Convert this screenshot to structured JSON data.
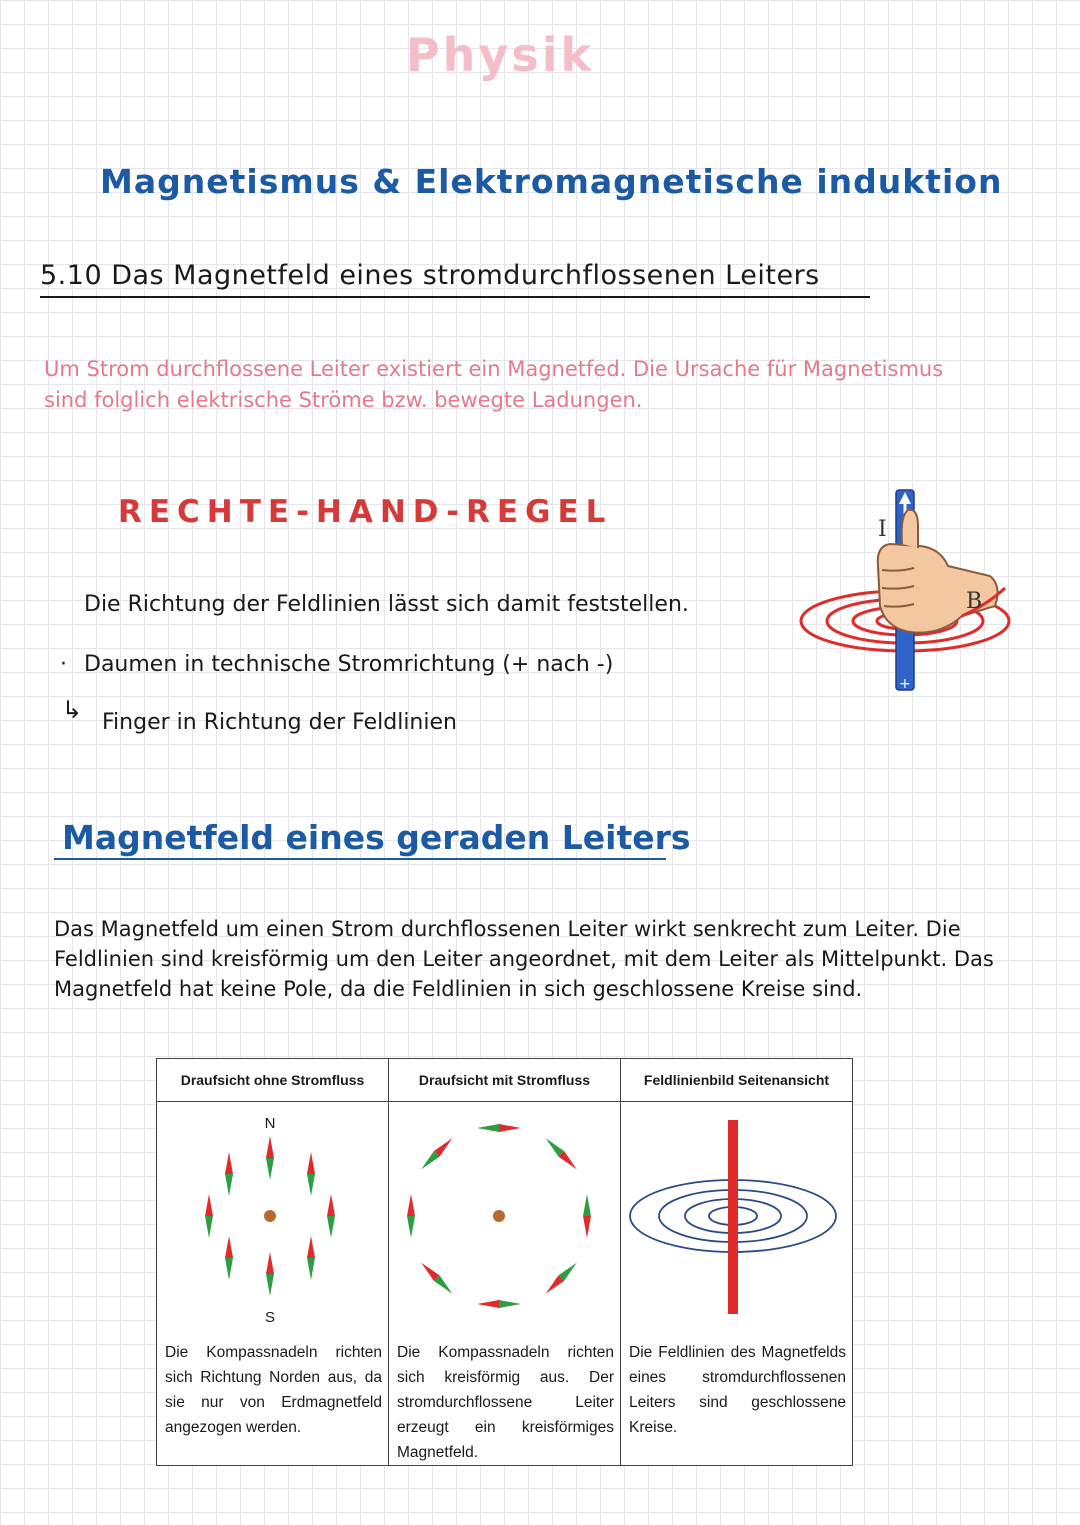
{
  "header": {
    "title": "Physik"
  },
  "main_title": "Magnetismus & Elektromagnetische induktion",
  "section": {
    "title": "5.10 Das Magnetfeld eines stromdurchflossenen Leiters"
  },
  "intro": {
    "line1": "Um Strom durchflossene Leiter existiert ein Magnetfed. Die Ursache für Magnetismus",
    "line2": "sind folglich elektrische Ströme bzw. bewegte Ladungen."
  },
  "rule": {
    "title": "RECHTE-HAND-REGEL",
    "note1": "Die Richtung der Feldlinien lässt sich damit feststellen.",
    "bullet": "·",
    "note2": "Daumen in technische Stromrichtung (+ nach -)",
    "arrow": "↳",
    "note3": "Finger in Richtung der Feldlinien",
    "illustration": {
      "label_current": "I",
      "label_field": "B",
      "label_plus": "+"
    }
  },
  "subsection": {
    "title": "Magnetfeld eines geraden Leiters",
    "paragraph": "Das Magnetfeld um einen Strom durchflossenen Leiter wirkt senkrecht zum Leiter. Die Feldlinien sind kreisförmig um den Leiter angeordnet, mit dem Leiter als Mittelpunkt. Das Magnetfeld hat keine Pole, da die Feldlinien in sich geschlossene Kreise sind."
  },
  "figure": {
    "headers": [
      "Draufsicht ohne Stromfluss",
      "Draufsicht mit Stromfluss",
      "Feldlinienbild Seitenansicht"
    ],
    "label_n": "N",
    "label_s": "S",
    "captions": [
      "Die Kompassnadeln richten sich Richtung Norden aus, da sie nur von Erdmagnetfeld angezogen werden.",
      "Die Kompassnadeln richten sich kreisförmig aus. Der stromdurchflossene Leiter erzeugt ein kreisförmiges Magnetfeld.",
      "Die Feldlinien des Magnetfelds eines stromdurchflossenen Leiters sind geschlossene Kreise."
    ]
  },
  "colors": {
    "blue": "#1c5aa3",
    "pink": "#e37a8c",
    "red": "#d43a3a",
    "needle_red": "#e02b2b",
    "needle_green": "#2e9e44"
  }
}
